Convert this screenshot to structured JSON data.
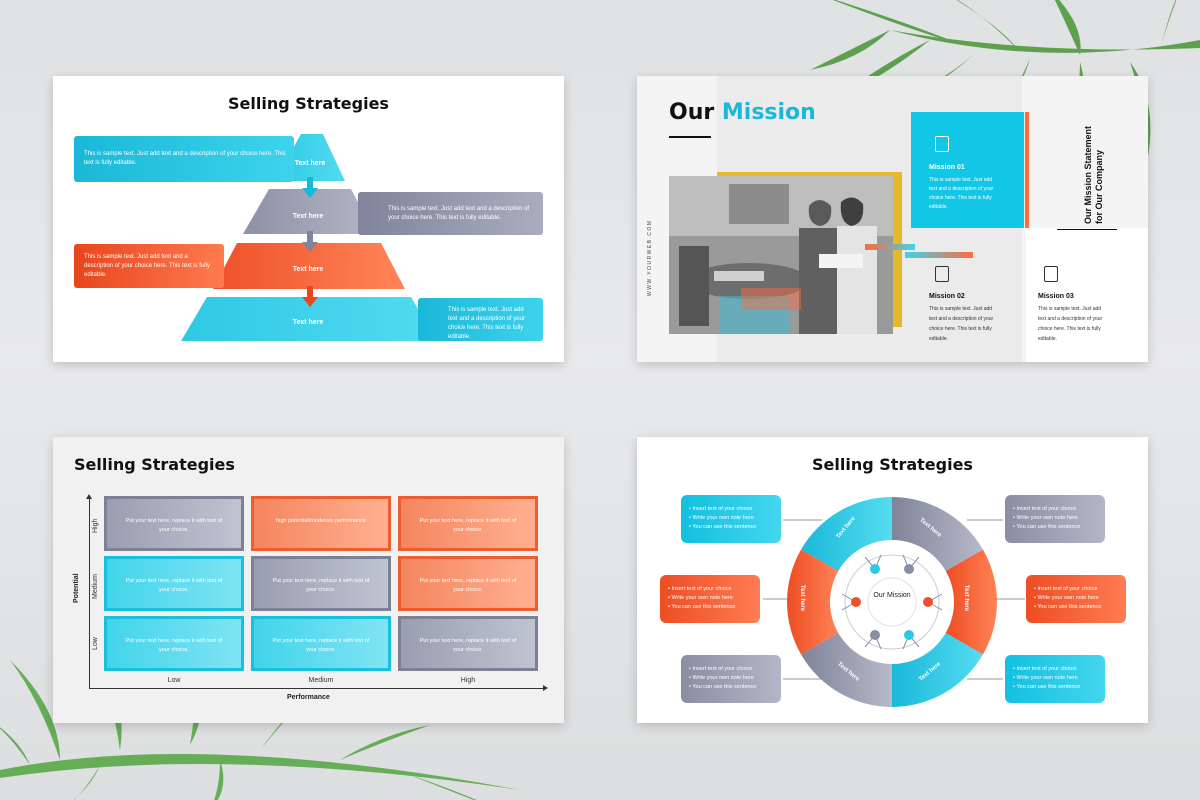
{
  "colors": {
    "cyan": "#1ab8d8",
    "orange": "#ee5d30",
    "grey": "#8a8ea2",
    "dark": "#111111"
  },
  "slide1": {
    "title": "Selling Strategies",
    "tiers": [
      {
        "label": "Text here",
        "text": "This is sample text. Just add text and a description of your choice here. This text is fully editable."
      },
      {
        "label": "Text here",
        "text": "This is sample text. Just add text and a description of your choice here. This text is fully editable."
      },
      {
        "label": "Text here",
        "text": "This is sample text. Just add text and a description of your choice here. This text is fully editable."
      },
      {
        "label": "Text here",
        "text": "This is sample text. Just add text and a description of your choice here. This text is fully editable."
      }
    ]
  },
  "slide2": {
    "title_part1": "Our",
    "title_part2": "Mission",
    "website": "WWW.YOURWEB.COM",
    "side_heading": "Our Mission Statement for Our Company",
    "missions": [
      {
        "title": "Mission 01",
        "text": "This is sample text. Just add text and a description of your choice here. This text is fully editable."
      },
      {
        "title": "Mission 02",
        "text": "This is sample text. Just add text and a description of your choice here. This text is fully editable."
      },
      {
        "title": "Mission 03",
        "text": "This is sample text. Just add text and a description of your choice here. This text is fully editable."
      }
    ]
  },
  "slide3": {
    "title": "Selling Strategies",
    "y_axis": "Potential",
    "x_axis": "Performance",
    "rows": [
      "High",
      "Medium",
      "Low"
    ],
    "cols": [
      "Low",
      "Medium",
      "High"
    ],
    "cells": [
      [
        "Put your text here, replace it with text of your choice.",
        "high potential/moderate performance",
        "Put your text here, replace it with text of your choice."
      ],
      [
        "Put your text here, replace it with text of your choice.",
        "Put your text here, replace it with text of your choice.",
        "Put your text here, replace it with text of your choice."
      ],
      [
        "Put your text here, replace it with text of your choice.",
        "Put your text here, replace it with text of your choice.",
        "Put your text here, replace it with text of your choice."
      ]
    ]
  },
  "slide4": {
    "title": "Selling Strategies",
    "center": "Our Mission",
    "segment_label": "Text here",
    "notes": [
      [
        "Insert text of your choice",
        "Write your own note here",
        "You can use this sentence"
      ],
      [
        "Insert text of your choice",
        "Write your own note here",
        "You can use this sentence"
      ],
      [
        "Insert text of your choice",
        "Write your own note here",
        "You can use this sentence"
      ],
      [
        "Insert text of your choice",
        "Write your own note here",
        "You can use this sentence"
      ],
      [
        "Insert text of your choice",
        "Write your own note here",
        "You can use this sentence"
      ],
      [
        "Insert text of your choice",
        "Write your own note here",
        "You can use this sentence"
      ]
    ]
  }
}
